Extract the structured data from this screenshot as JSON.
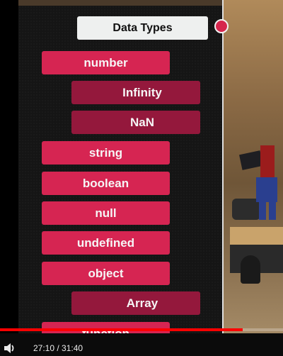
{
  "slide": {
    "title": "Data Types",
    "items": [
      {
        "label": "number",
        "level": "primary"
      },
      {
        "label": "Infinity",
        "level": "sub"
      },
      {
        "label": "NaN",
        "level": "sub"
      },
      {
        "label": "string",
        "level": "primary"
      },
      {
        "label": "boolean",
        "level": "primary"
      },
      {
        "label": "null",
        "level": "primary"
      },
      {
        "label": "undefined",
        "level": "primary"
      },
      {
        "label": "object",
        "level": "primary"
      },
      {
        "label": "Array",
        "level": "sub"
      },
      {
        "label": "function",
        "level": "primary"
      }
    ]
  },
  "player": {
    "current_time": "27:10",
    "separator": " / ",
    "duration": "31:40",
    "progress_fraction": 0.858,
    "volume_icon": "volume-icon"
  },
  "colors": {
    "primary_pill": "#d62552",
    "sub_pill": "#94183c",
    "progress": "#ff0000"
  }
}
